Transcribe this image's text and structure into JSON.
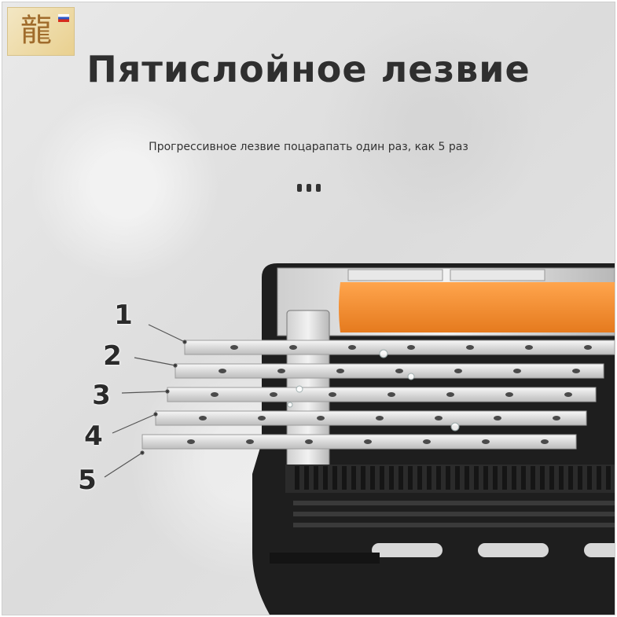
{
  "header": {
    "title": "Пятислойное лезвие",
    "subtitle": "Прогрессивное лезвие поцарапать один раз, как 5 раз"
  },
  "blade_labels": [
    "1",
    "2",
    "3",
    "4",
    "5"
  ],
  "icons": {
    "logo": "dragon-logo-icon",
    "menu": "ellipsis-icon"
  },
  "colors": {
    "accent_orange": "#f28a2c",
    "cartridge_dark": "#1e1e1e",
    "blade_metal": "#e3e3e3",
    "text_dark": "#2f2f2f"
  }
}
